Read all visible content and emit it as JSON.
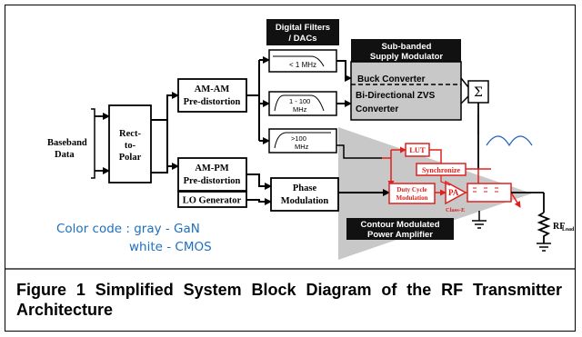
{
  "blocks": {
    "baseband": [
      "Baseband",
      "Data"
    ],
    "rect_to_polar": [
      "Rect-",
      "to-",
      "Polar"
    ],
    "am_am": [
      "AM-AM",
      "Pre-distortion"
    ],
    "am_pm": [
      "AM-PM",
      "Pre-distortion"
    ],
    "lo_generator": "LO Generator",
    "phase_modulation": [
      "Phase",
      "Modulation"
    ],
    "digital_filters": [
      "Digital Filters",
      "/ DACs"
    ],
    "filter_1": "< 1 MHz",
    "filter_2": [
      "1 - 100",
      "MHz"
    ],
    "filter_3": [
      ">100",
      "MHz"
    ],
    "sub_banded": [
      "Sub-banded",
      "Supply Modulator"
    ],
    "buck": "Buck Converter",
    "bidir": [
      "Bi-Directional ZVS",
      "Converter"
    ],
    "sigma": "Σ",
    "lut": "LUT",
    "synchronize": "Synchronize",
    "duty_cycle": [
      "Duty Cycle",
      "Modulation"
    ],
    "pa": "PA",
    "class_e": "Class-E",
    "contour": [
      "Contour Modulated",
      "Power Amplifier"
    ],
    "rf_load": "RF",
    "rf_load_sub": "Load"
  },
  "color_code": {
    "line1": "Color code : gray - GaN",
    "line2": "white - CMOS"
  },
  "caption": "Figure 1 Simplified System Block Diagram of the RF Transmitter Architecture",
  "colors": {
    "gray_fill": "#c8c8c8",
    "red": "#e0201e",
    "blue_text": "#1f6fbf",
    "dark_box": "#111111"
  }
}
